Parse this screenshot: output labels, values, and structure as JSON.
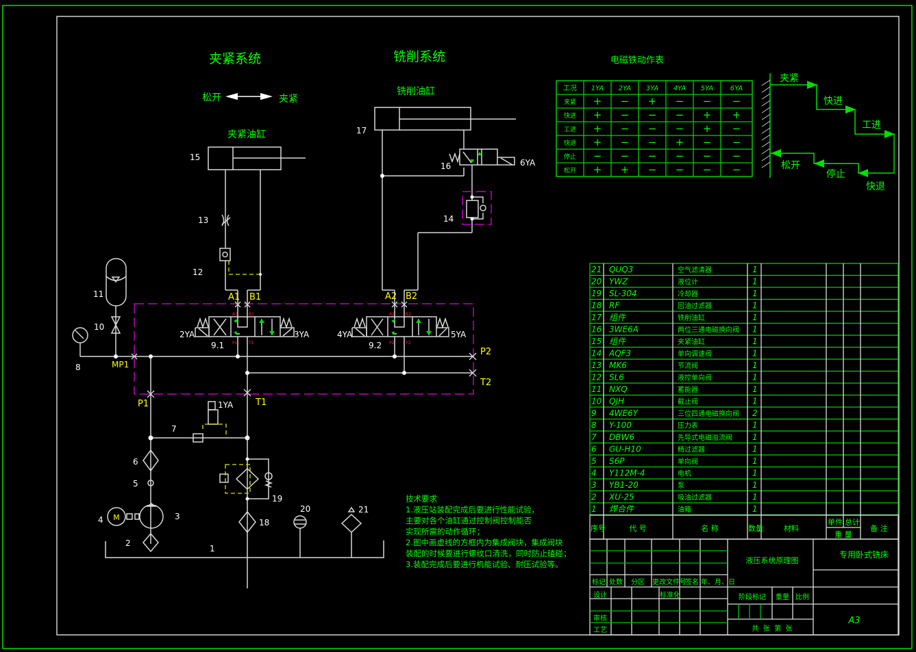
{
  "titles": {
    "clamp_system": "夹紧系统",
    "milling_system": "铣削系统",
    "release": "松开",
    "clamp": "夹紧",
    "clamp_cylinder": "夹紧油缸",
    "milling_cylinder": "铣削油缸"
  },
  "labels": {
    "n1": "1",
    "n2": "2",
    "n3": "3",
    "n4": "4",
    "n5": "5",
    "n6": "6",
    "n7": "7",
    "n8": "8",
    "n10": "10",
    "n11": "11",
    "n12": "12",
    "n13": "13",
    "n14": "14",
    "n15": "15",
    "n16": "16",
    "n17": "17",
    "n18": "18",
    "n19": "19",
    "n20": "20",
    "n21": "21",
    "v91": "9.1",
    "v92": "9.2",
    "ya1": "1YA",
    "ya2": "2YA",
    "ya3": "3YA",
    "ya4": "4YA",
    "ya5": "5YA",
    "ya6": "6YA",
    "A1": "A1",
    "B1": "B1",
    "A2": "A2",
    "B2": "B2",
    "P1": "P1",
    "T1": "T1",
    "P2": "P2",
    "T2": "T2",
    "MP1": "MP1",
    "motor": "M",
    "pA1": "A1",
    "pB1": "B1",
    "pP1": "P1",
    "pT1": "T1",
    "pA2": "A2",
    "pB2": "B2",
    "pP2": "P2",
    "pT2": "T2"
  },
  "solenoid_table": {
    "title": "电磁铁动作表",
    "headers": [
      "工况",
      "1YA",
      "2YA",
      "3YA",
      "4YA",
      "5YA",
      "6YA"
    ],
    "rows": [
      {
        "name": "夹紧",
        "cells": [
          "+",
          "−",
          "+",
          "−",
          "−",
          "−"
        ]
      },
      {
        "name": "快进",
        "cells": [
          "+",
          "−",
          "−",
          "−",
          "+",
          "+"
        ]
      },
      {
        "name": "工进",
        "cells": [
          "+",
          "−",
          "−",
          "−",
          "+",
          "−"
        ]
      },
      {
        "name": "快退",
        "cells": [
          "+",
          "−",
          "−",
          "+",
          "−",
          "−"
        ]
      },
      {
        "name": "停止",
        "cells": [
          "−",
          "−",
          "−",
          "−",
          "−",
          "−"
        ]
      },
      {
        "name": "松开",
        "cells": [
          "+",
          "+",
          "−",
          "−",
          "−",
          "−"
        ]
      }
    ]
  },
  "cycle": {
    "clamp": "夹紧",
    "fast_forward": "快进",
    "work_feed": "工进",
    "fast_return": "快退",
    "stop": "停止",
    "release": "松开"
  },
  "tech_requirements": {
    "title": "技术要求",
    "lines": [
      "1.液压站装配完成后要进行性能试验，",
      "主要对各个油缸通过控制阀控制能否",
      "实现所需的动作循环；",
      "2.图中画虚线的方框内为集成阀块，集成阀块",
      "装配的时候要进行螺纹口清洗，同时防止磕碰；",
      "3.装配完成后要进行机能试验、耐压试验等。"
    ]
  },
  "parts_list": [
    {
      "no": "21",
      "code": "QUQ3",
      "name": "空气滤清器",
      "qty": "1"
    },
    {
      "no": "20",
      "code": "YWZ",
      "name": "液位计",
      "qty": "1"
    },
    {
      "no": "19",
      "code": "SL-304",
      "name": "冷却器",
      "qty": "1"
    },
    {
      "no": "18",
      "code": "RF",
      "name": "回油过滤器",
      "qty": "1"
    },
    {
      "no": "17",
      "code": "组件",
      "name": "铣削油缸",
      "qty": "1"
    },
    {
      "no": "16",
      "code": "3WE6A",
      "name": "两位三通电磁换向阀",
      "qty": "1"
    },
    {
      "no": "15",
      "code": "组件",
      "name": "夹紧油缸",
      "qty": "1"
    },
    {
      "no": "14",
      "code": "AQF3",
      "name": "单向调速阀",
      "qty": "1"
    },
    {
      "no": "13",
      "code": "MK6",
      "name": "节流阀",
      "qty": "1"
    },
    {
      "no": "12",
      "code": "SL6",
      "name": "液控单向阀",
      "qty": "1"
    },
    {
      "no": "11",
      "code": "NXQ",
      "name": "蓄能器",
      "qty": "1"
    },
    {
      "no": "10",
      "code": "QJH",
      "name": "截止阀",
      "qty": "1"
    },
    {
      "no": "9",
      "code": "4WE6Y",
      "name": "三位四通电磁换向阀",
      "qty": "2"
    },
    {
      "no": "8",
      "code": "Y-100",
      "name": "压力表",
      "qty": "1"
    },
    {
      "no": "7",
      "code": "DBW6",
      "name": "先导式电磁溢流阀",
      "qty": "1"
    },
    {
      "no": "6",
      "code": "GU-H10",
      "name": "精过滤器",
      "qty": "1"
    },
    {
      "no": "5",
      "code": "S6P",
      "name": "单向阀",
      "qty": "1"
    },
    {
      "no": "4",
      "code": "Y112M-4",
      "name": "电机",
      "qty": "1"
    },
    {
      "no": "3",
      "code": "YB1-20",
      "name": "泵",
      "qty": "1"
    },
    {
      "no": "2",
      "code": "XU-25",
      "name": "吸油过滤器",
      "qty": "1"
    },
    {
      "no": "1",
      "code": "焊合件",
      "name": "油箱",
      "qty": "1"
    }
  ],
  "parts_header": {
    "no": "序号",
    "code": "代 号",
    "name": "名 称",
    "qty": "数量",
    "material": "材料",
    "unit": "单件",
    "total": "总计",
    "weight": "重 量",
    "remark": "备 注"
  },
  "title_block": {
    "drawing_name": "液压系统原理图",
    "product": "专用卧式铣床",
    "mark": "标记",
    "count": "处数",
    "zone": "分区",
    "change_doc": "更改文件号",
    "sign": "签名",
    "date": "年、月、日",
    "design": "设计",
    "standard": "标准化",
    "stage_mark": "阶段标记",
    "weight": "重量",
    "scale": "比例",
    "review": "审核",
    "process": "工艺",
    "sheets": "共  张  第  张",
    "size": "A3"
  }
}
